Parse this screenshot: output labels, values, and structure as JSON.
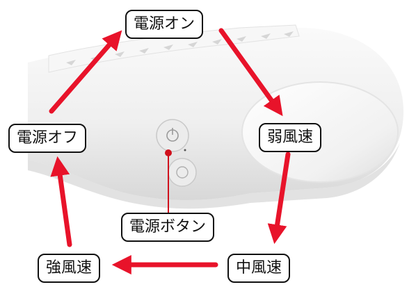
{
  "labels": {
    "power_on": "電源オン",
    "weak_speed": "弱風速",
    "medium_speed": "中風速",
    "strong_speed": "強風速",
    "power_off": "電源オフ",
    "power_button": "電源ボタン"
  },
  "device": {
    "power_icon": "power-icon",
    "body_color": "#f2f2f2",
    "shadow_color": "#cfcfcf"
  },
  "colors": {
    "arrow": "#e8132a",
    "pointer": "#d0101c",
    "label_border": "#111111"
  }
}
